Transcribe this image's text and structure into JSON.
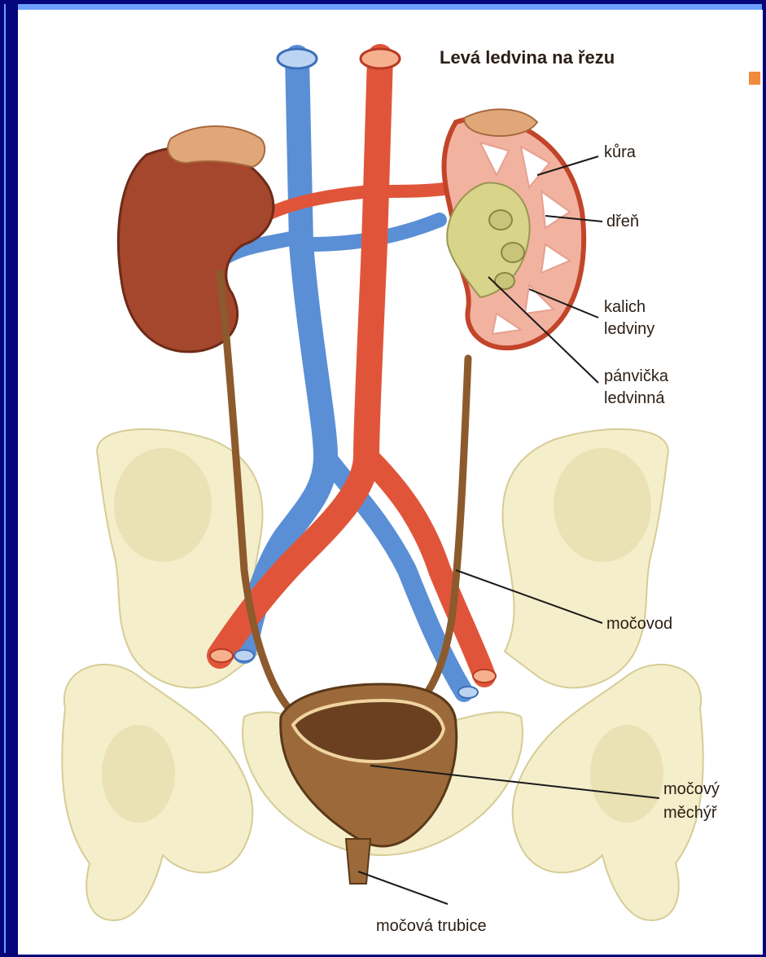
{
  "title": "Levá ledvina na řezu",
  "labels": {
    "kura": "kůra",
    "dren": "dřeň",
    "kalich_1": "kalich",
    "kalich_2": "ledviny",
    "panvicka_1": "pánvička",
    "panvicka_2": "ledvinná",
    "mocovod": "močovod",
    "mechyr_1": "močový",
    "mechyr_2": "měchýř",
    "trubice": "močová trubice"
  },
  "colors": {
    "frame": "#05057a",
    "frame_border": "#6ea0ff",
    "artery": "#e0553a",
    "vein": "#5a8fd6",
    "kidney": "#a4472c",
    "bone": "#f3ecc4",
    "bladder": "#8c5a2c",
    "pelvis": "#d8d48a"
  }
}
